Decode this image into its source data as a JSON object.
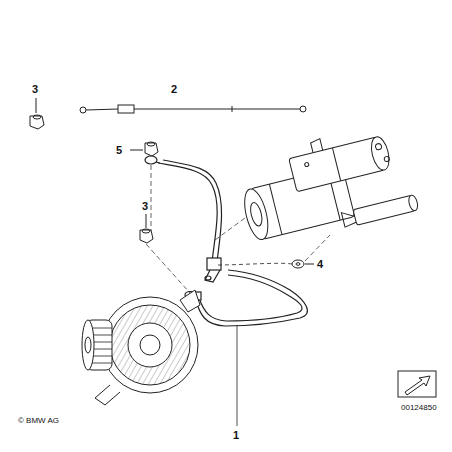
{
  "diagram": {
    "labels": [
      "3",
      "2",
      "5",
      "3",
      "4",
      "1",
      "© BMW AG",
      "00124850"
    ]
  }
}
